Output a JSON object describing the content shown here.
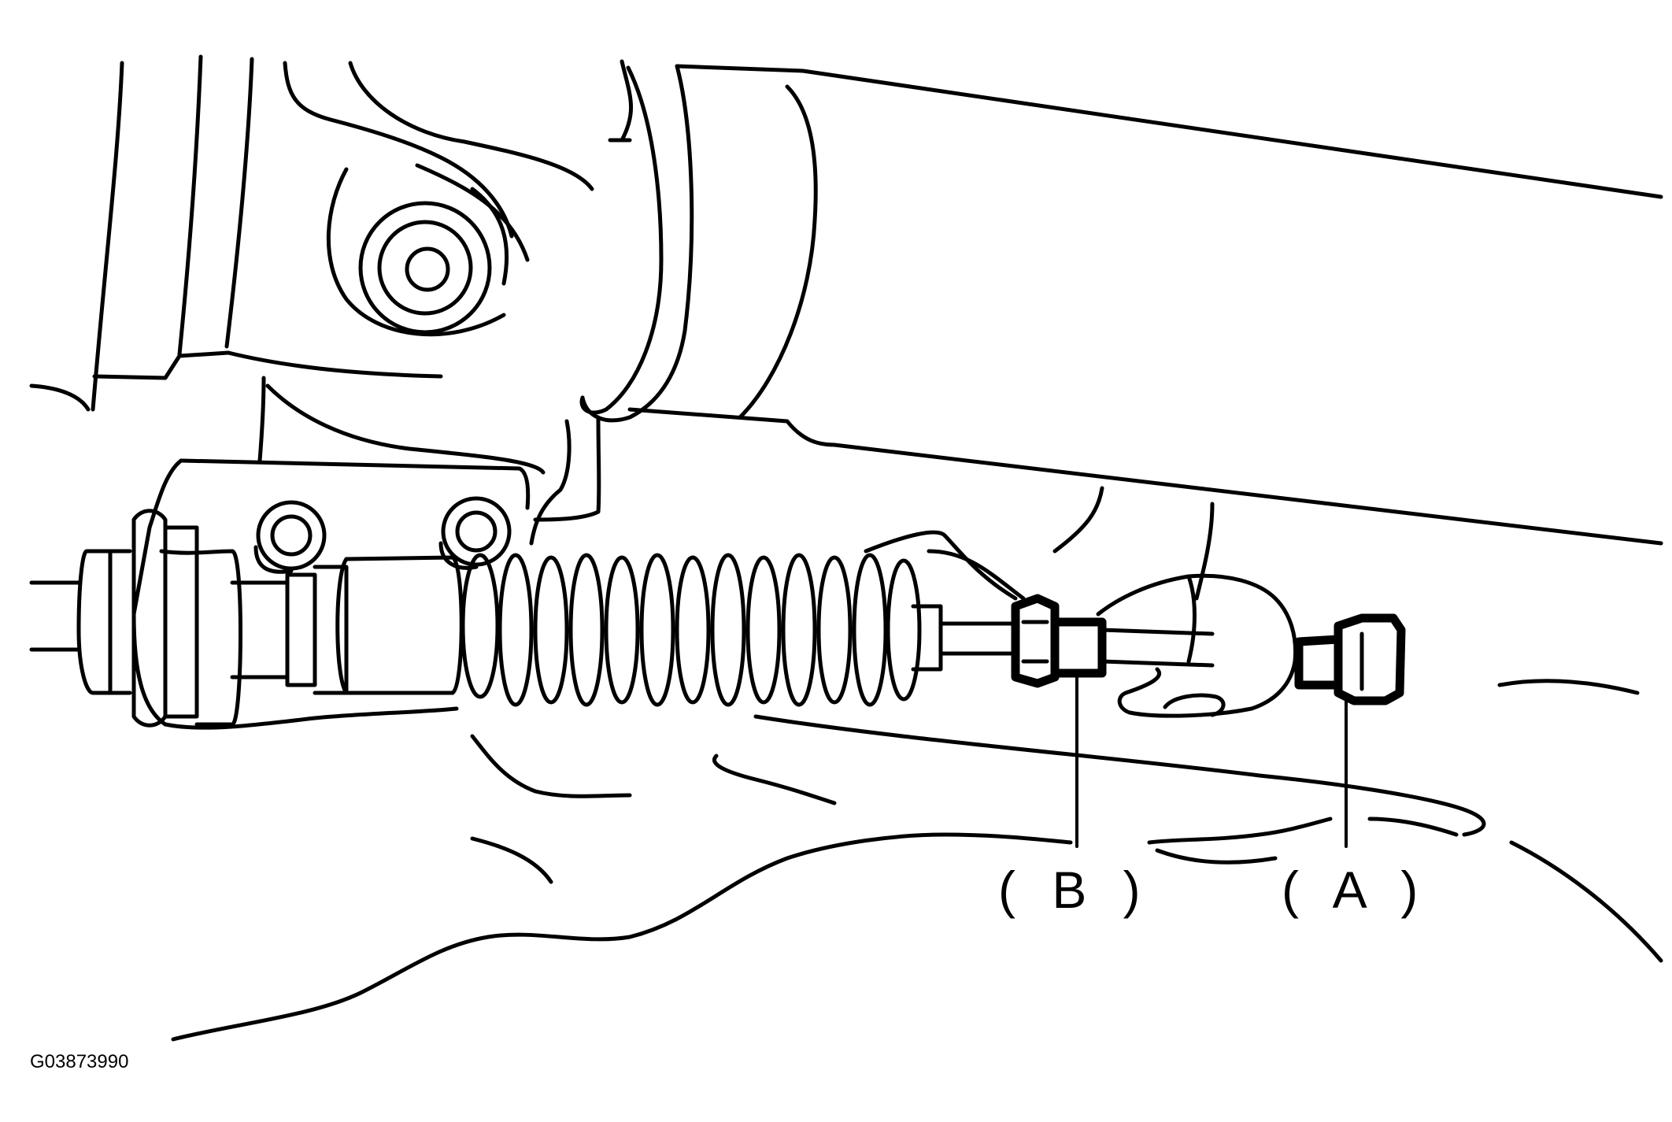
{
  "callouts": {
    "a": "( A )",
    "b": "( B )"
  },
  "figure_id": "G03873990",
  "colors": {
    "line": "#000000",
    "background": "#ffffff"
  }
}
